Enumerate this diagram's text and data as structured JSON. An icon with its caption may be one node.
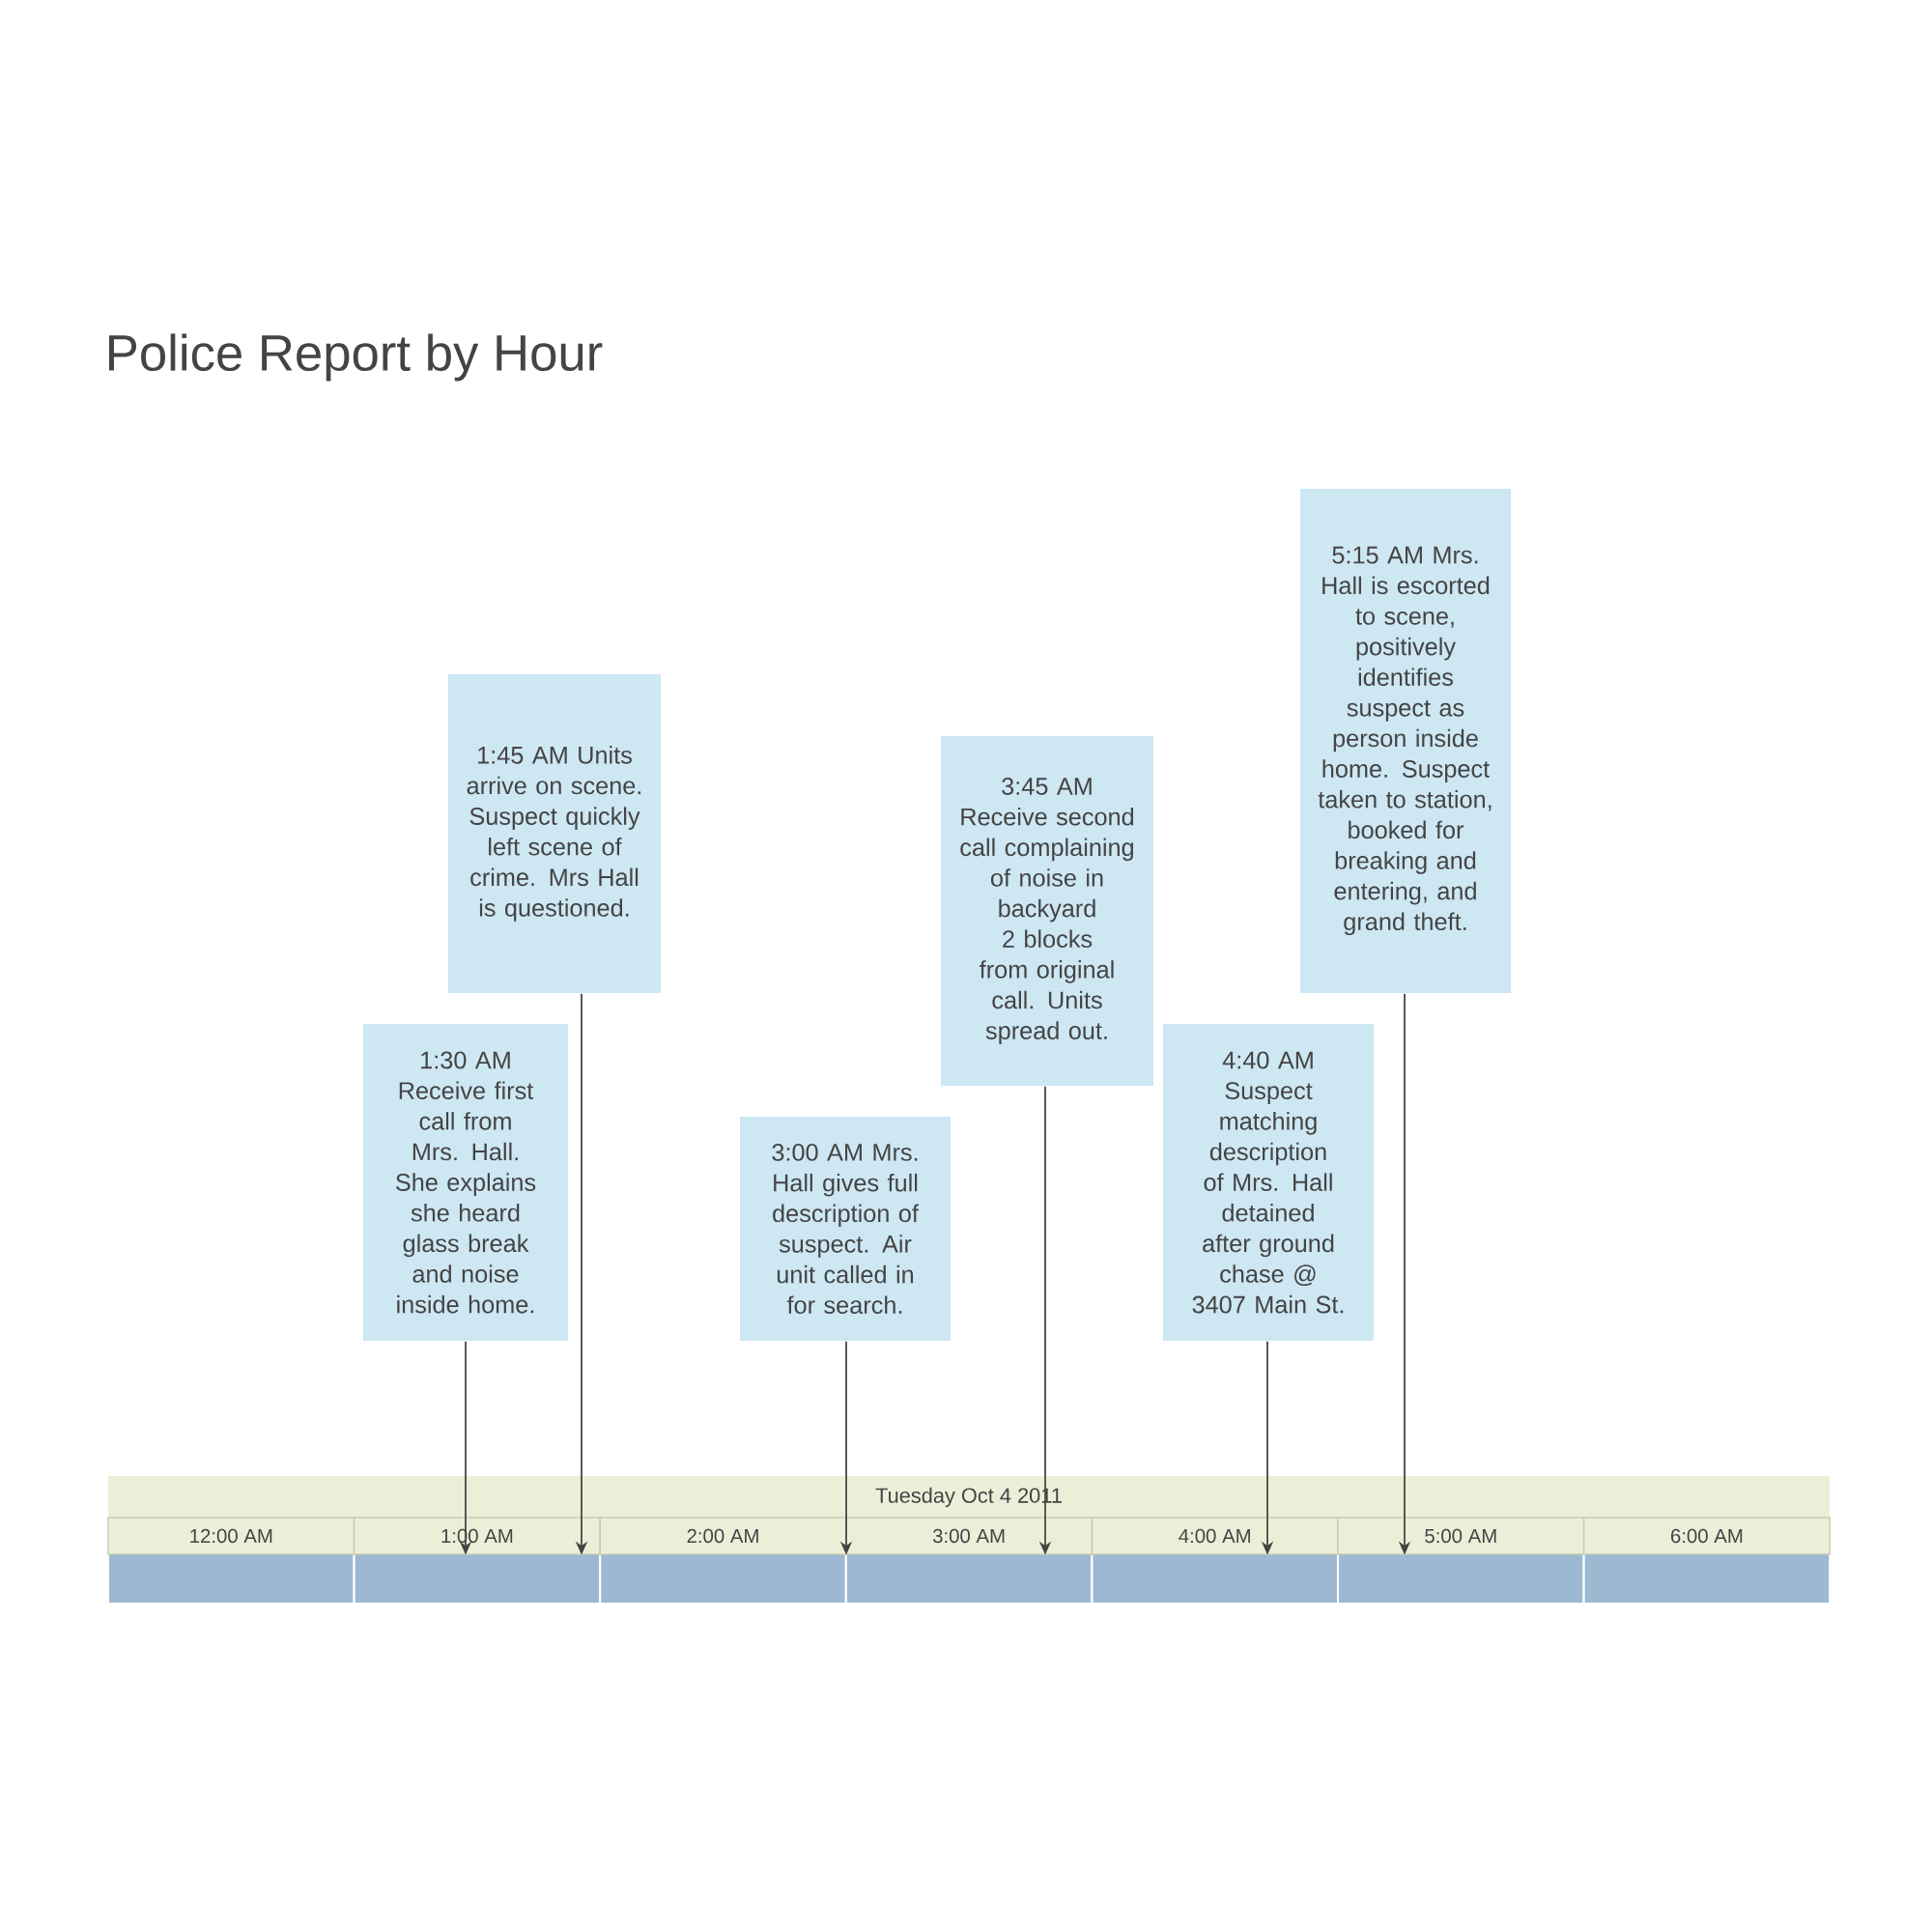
{
  "diagram": {
    "title": "Police Report by Hour",
    "nodes": [
      {
        "text": [
          "1:30 AM Receive first call from Mrs. Hall. She explains she heard glass break and noise inside home."
        ]
      },
      {
        "text": [
          "1:45 AM Units arrive on scene. Suspect quickly left scene of crime.  Mrs Hall is questioned."
        ]
      },
      {
        "text": [
          "3:00 AM Mrs. Hall gives full description of suspect.  Air unit called in for search."
        ]
      },
      {
        "text": [
          "3:45 AM Receive second call complaining of noise in backyard 2 blocks from original call. Units spread out."
        ]
      },
      {
        "text": [
          "4:40 AM Suspect matching description of Mrs. Hall detained after ground chase @ 3407 Main St."
        ]
      },
      {
        "text": [
          "5:15 AM Mrs. Hall is escorted to scene, positively identifies suspect as person inside home. Suspect taken to station, booked for breaking and entering, and grand theft."
        ]
      },
      {
        "text": [
          "12:00 AM"
        ]
      },
      {
        "text": [
          "1:00 AM"
        ]
      },
      {
        "text": [
          "2:00 AM"
        ]
      },
      {
        "text": [
          "3:00 AM"
        ]
      },
      {
        "text": [
          "4:00 AM"
        ]
      },
      {
        "text": [
          "5:00 AM"
        ]
      },
      {
        "text": [
          "6:00 AM"
        ]
      }
    ],
    "edges": [
      {
        "from": 0,
        "to": 7,
        "arrow": "to"
      },
      {
        "from": 1,
        "to": 7,
        "arrow": "to"
      },
      {
        "from": 2,
        "to": 9,
        "arrow": "to"
      },
      {
        "from": 3,
        "to": 9,
        "arrow": "to"
      },
      {
        "from": 4,
        "to": 10,
        "arrow": "to"
      },
      {
        "from": 5,
        "to": 11,
        "arrow": "to"
      }
    ],
    "labels": [
      "Tuesday Oct 4 2011"
    ]
  }
}
